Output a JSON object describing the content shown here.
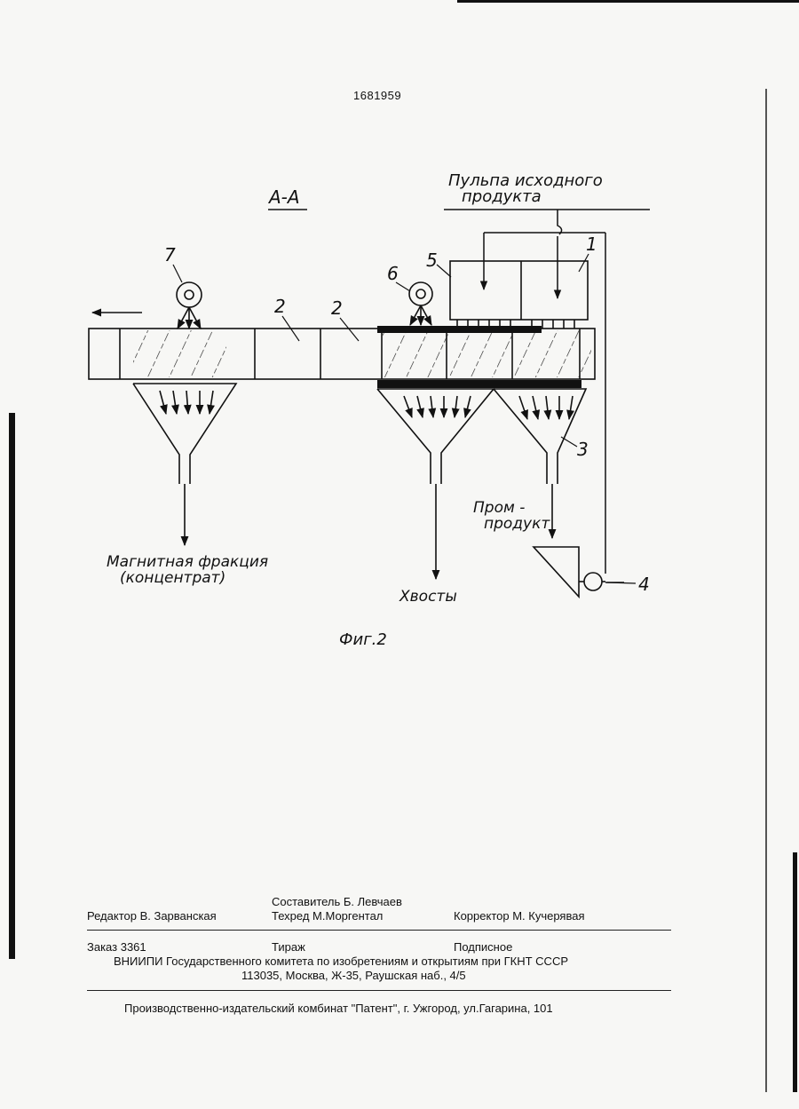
{
  "page_number": "1681959",
  "figure": {
    "section_label": "А-А",
    "feed_label_line1": "Пульпа исходного",
    "feed_label_line2": "продукта",
    "ref_numbers": {
      "n1": "1",
      "n2a": "2",
      "n2b": "2",
      "n3": "3",
      "n4": "4",
      "n5": "5",
      "n6": "6",
      "n7": "7"
    },
    "middlings_line1": "Пром -",
    "middlings_line2": "продукт",
    "magnetic_line1": "Магнитная фракция",
    "magnetic_line2": "(концентрат)",
    "tailings": "Хвосты",
    "caption": "Фиг.2"
  },
  "imprint": {
    "compiler": "Составитель  Б. Левчаев",
    "editor": "Редактор  В. Зарванская",
    "techred": "Техред М.Моргентал",
    "proofreader": "Корректор  М. Кучерявая",
    "order": "Заказ  3361",
    "circulation": "Тираж",
    "subscription": "Подписное",
    "org_line": "ВНИИПИ Государственного комитета по изобретениям и открытиям при ГКНТ СССР",
    "address_line": "113035, Москва, Ж-35, Раушская наб., 4/5",
    "publisher_line": "Производственно-издательский комбинат \"Патент\", г. Ужгород, ул.Гагарина, 101"
  }
}
